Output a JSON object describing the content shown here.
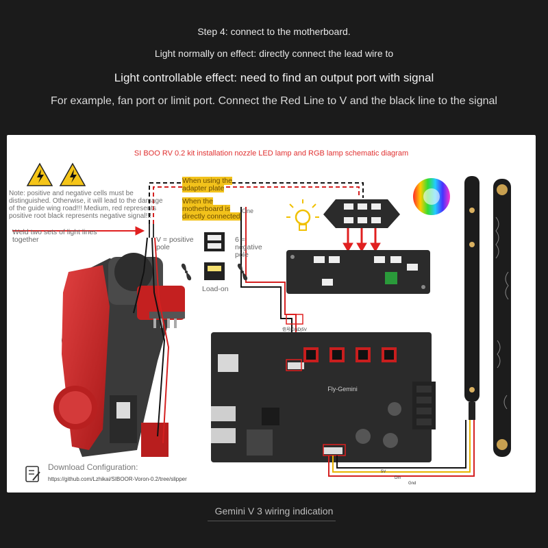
{
  "header": {
    "step": "Step 4: connect to the motherboard.",
    "line1": "Light normally on effect: directly connect the lead wire to",
    "line2": "Light controllable effect: need to find an output port with signal",
    "line3": "For example, fan port or limit port. Connect the Red Line to V and the black line to the signal"
  },
  "diagram": {
    "title": "SI BOO RV 0.2 kit installation nozzle LED lamp and RGB lamp schematic diagram",
    "note": "Note: positive and negative cells must be distinguished. Otherwise, it will lead to the damage of the guide wing road!!! Medium, red represents positive root black represents negative signal!!!",
    "weld": "Weld two sets of light lines together",
    "adapter": "When using the adapter plate",
    "motherboard": "When the motherboard is directly connected",
    "one": "One",
    "positive": "V = positive pole",
    "negative": "6 = negative pole",
    "load": "Load-on",
    "board_brand": "Fly-Gemini",
    "port_label": "信号|GND|5V",
    "wire_5v": "5V",
    "wire_din": "Din",
    "wire_gnd": "Gnd",
    "download_label": "Download Configuration:",
    "download_url": "https://github.com/Lzhikai/SIBOOR-Voron-0.2/tree/slipper"
  },
  "caption": "Gemini V 3 wiring indication",
  "colors": {
    "background": "#1b1b1b",
    "title_red": "#e03030",
    "highlight": "#f2c21b",
    "board": "#2b2b2b",
    "wire_red": "#d42020",
    "wire_yellow": "#e8b400"
  },
  "icons": [
    "warning-icon",
    "warning-icon",
    "lightbulb-icon",
    "color-wheel-icon",
    "fan-icon",
    "document-edit-icon"
  ]
}
